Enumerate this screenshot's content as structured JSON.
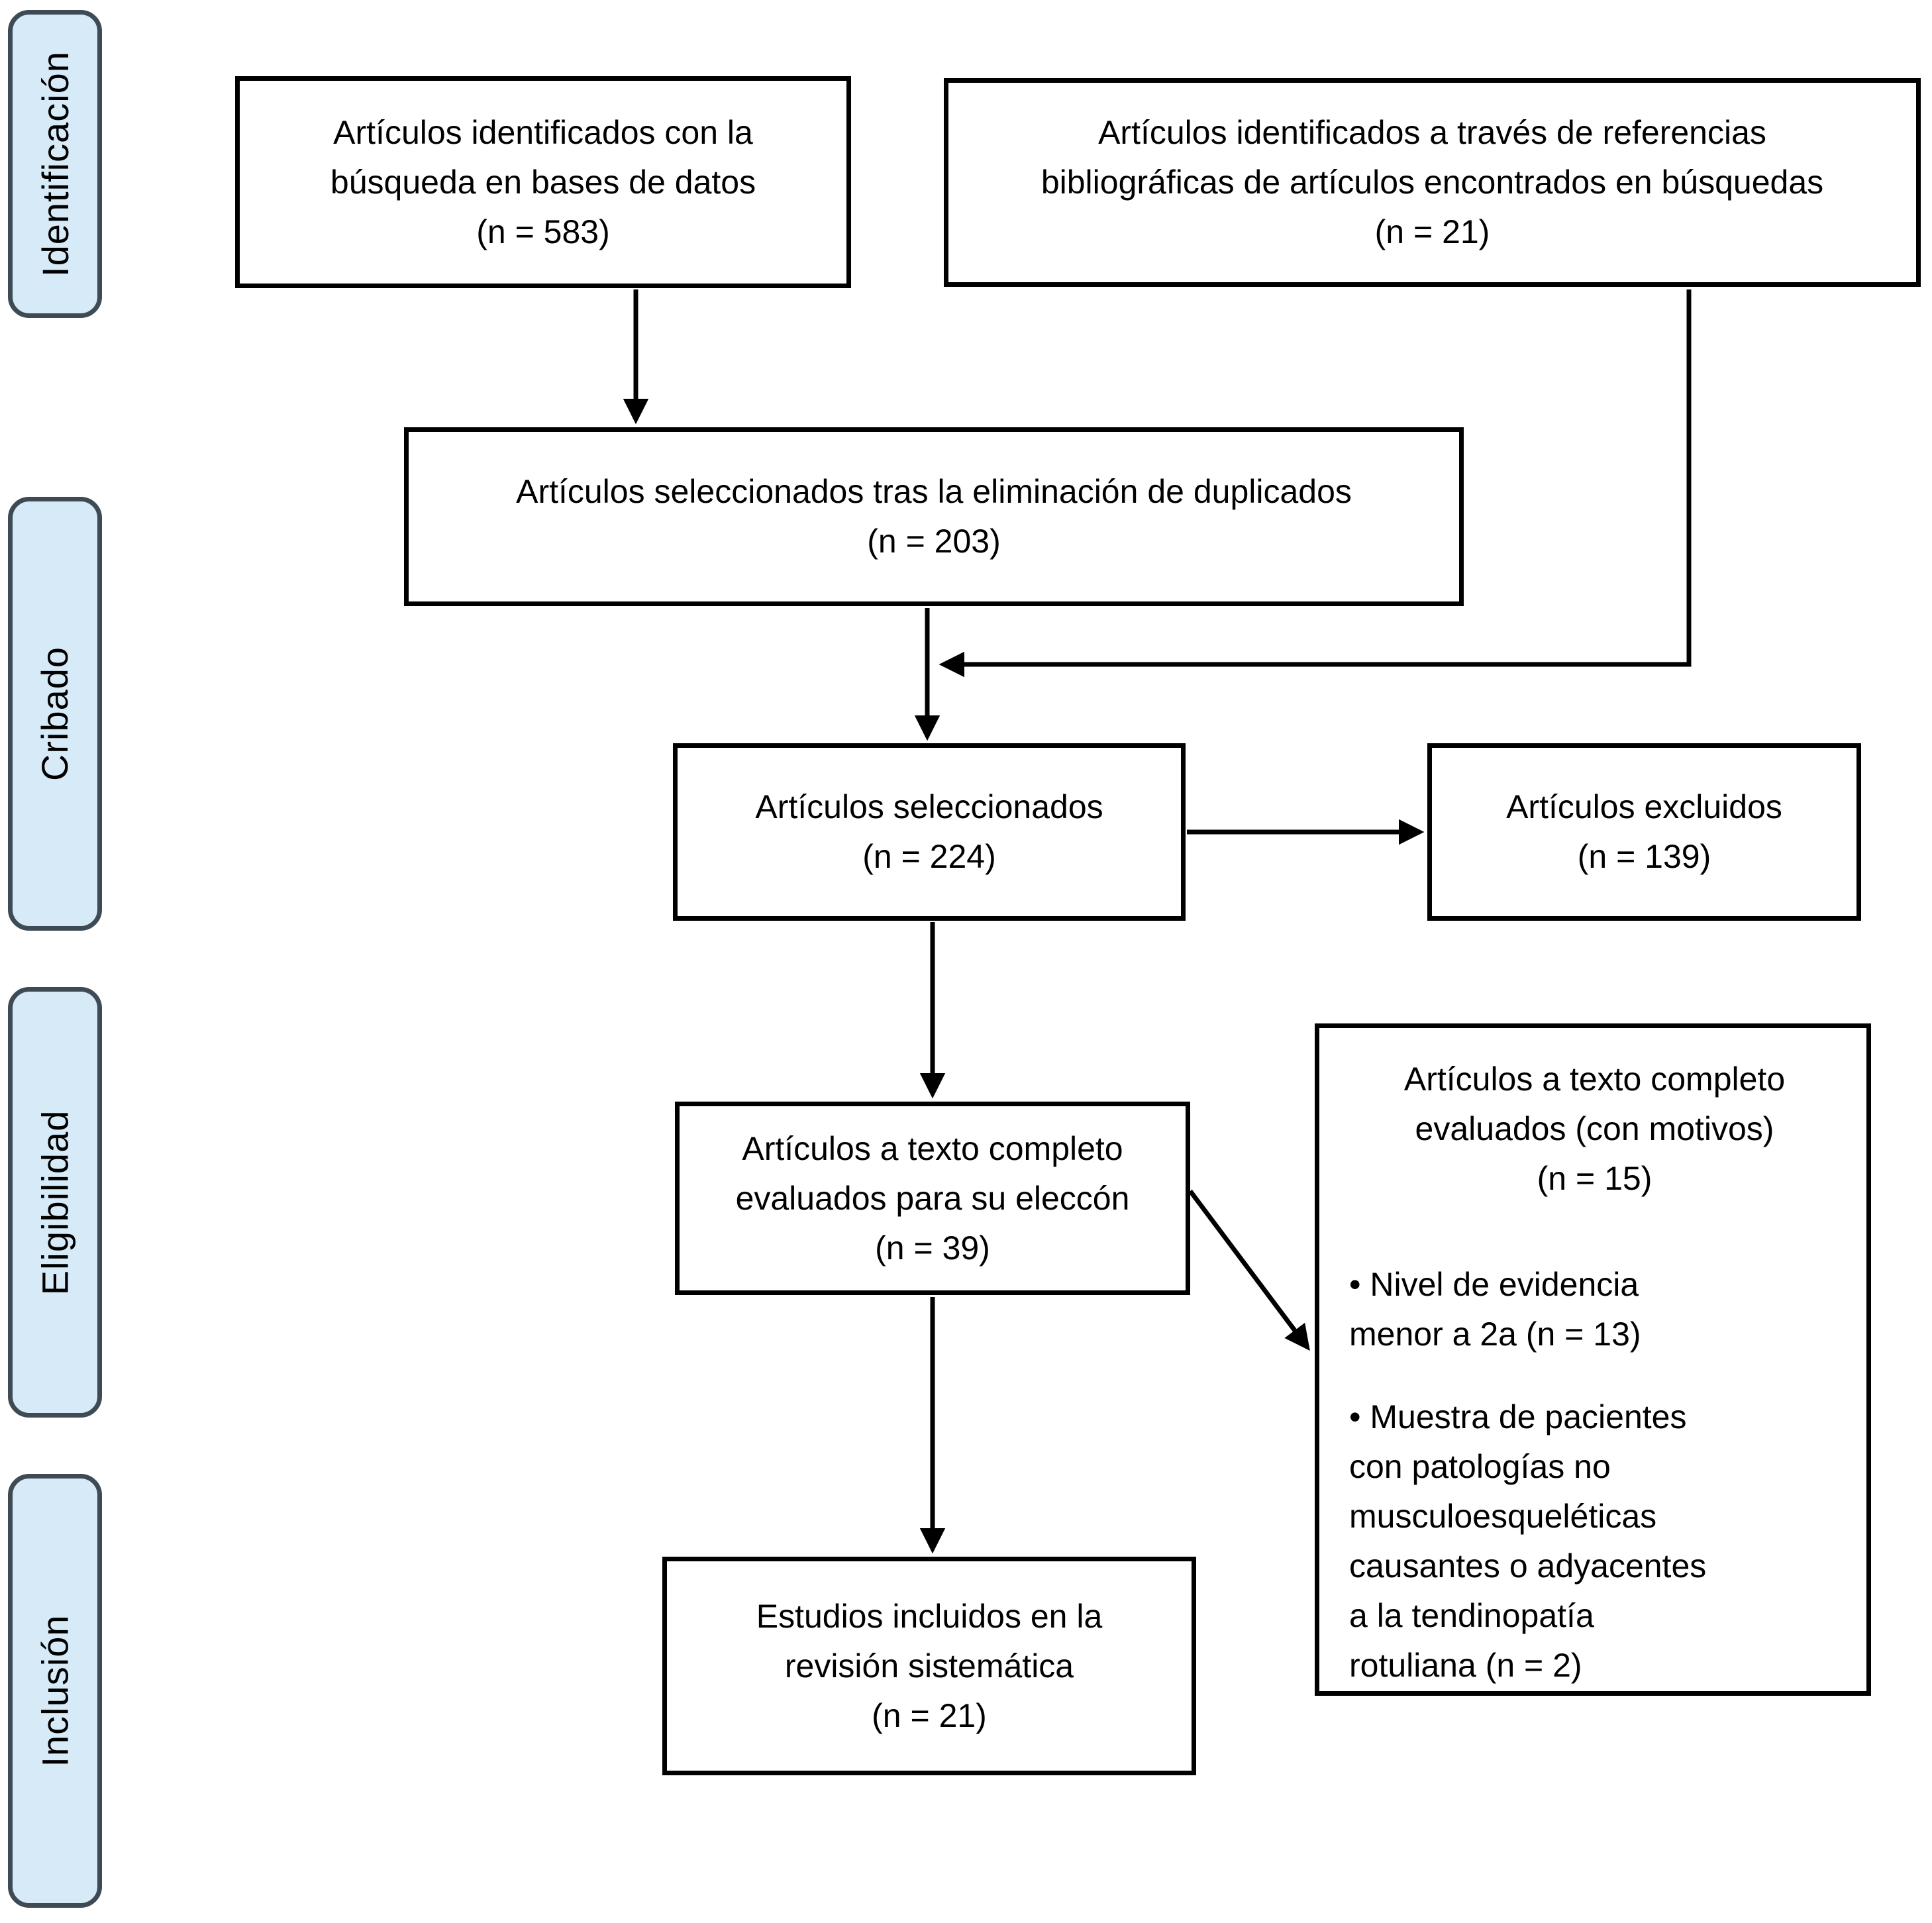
{
  "figure": {
    "kind": "prisma-flow-diagram",
    "language": "es",
    "colors": {
      "background": "#ffffff",
      "stage_fill": "#d7eaf8",
      "stage_border": "#3e4b55",
      "box_border": "#000000",
      "text": "#000000"
    },
    "stages": [
      {
        "id": "identificacion",
        "label": "Identificación"
      },
      {
        "id": "cribado",
        "label": "Cribado"
      },
      {
        "id": "eligibilidad",
        "label": "Eligibilidad"
      },
      {
        "id": "inclusion",
        "label": "Inclusión"
      }
    ],
    "boxes": {
      "identified_db": {
        "n": 583,
        "lines": [
          "Artículos identificados con la",
          "búsqueda en bases de datos",
          "(n = 583)"
        ]
      },
      "identified_refs": {
        "n": 21,
        "lines": [
          "Artículos identificados a través de referencias",
          "bibliográficas de artículos encontrados en búsquedas",
          "(n = 21)"
        ]
      },
      "deduplicated": {
        "n": 203,
        "lines": [
          "Artículos seleccionados tras la eliminación de duplicados",
          "(n = 203)"
        ]
      },
      "screened": {
        "n": 224,
        "lines": [
          "Artículos seleccionados",
          "(n = 224)"
        ]
      },
      "excluded": {
        "n": 139,
        "lines": [
          "Artículos excluidos",
          "(n = 139)"
        ]
      },
      "fulltext_assessed": {
        "n": 39,
        "lines": [
          "Artículos a texto completo",
          "evaluados para su eleccón",
          "(n = 39)"
        ]
      },
      "fulltext_excluded": {
        "n": 15,
        "heading_lines": [
          "Artículos a texto completo",
          "evaluados (con motivos)",
          "(n = 15)"
        ],
        "bullets": [
          {
            "n": 13,
            "lines": [
              "• Nivel de evidencia",
              "menor a 2a (n = 13)"
            ]
          },
          {
            "n": 2,
            "lines": [
              "• Muestra de pacientes",
              "con patologías no",
              "musculoesqueléticas",
              "causantes o adyacentes",
              "a la tendinopatía",
              "rotuliana (n = 2)"
            ]
          }
        ]
      },
      "included": {
        "n": 21,
        "lines": [
          "Estudios incluidos en la",
          "revisión sistemática",
          "(n = 21)"
        ]
      }
    }
  }
}
